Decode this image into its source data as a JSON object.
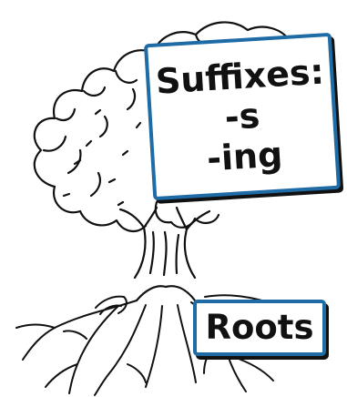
{
  "suffix_sign": {
    "title": "Suffixes:",
    "items": [
      "-s",
      "-ing"
    ]
  },
  "roots_sign": {
    "label": "Roots"
  },
  "colors": {
    "sign_border": "#1f6ba5",
    "ink": "#111111",
    "background": "#ffffff"
  },
  "icons": {
    "illustration": "tree-with-roots-icon"
  }
}
